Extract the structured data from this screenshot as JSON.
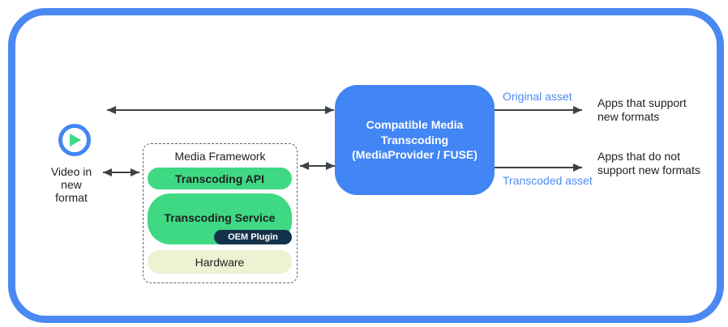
{
  "colors": {
    "frame_border": "#4a89f3",
    "transcoder_blue": "#4285f4",
    "pill_green": "#3ed982",
    "oem_navy": "#14324a",
    "hardware_pale_green": "#ebf3d2",
    "arrow_gray": "#3f4245",
    "asset_label_blue": "#4d8cf5",
    "text": "#202124"
  },
  "diagram": {
    "video_source": {
      "icon": "play-icon",
      "label": "Video in\nnew\nformat"
    },
    "media_framework": {
      "title": "Media Framework",
      "layers": [
        {
          "label": "Transcoding API"
        },
        {
          "label": "Transcoding Service",
          "sub": "OEM Plugin"
        },
        {
          "label": "Hardware"
        }
      ]
    },
    "transcoder": {
      "label": "Compatible Media\nTranscoding\n(MediaProvider / FUSE)"
    },
    "outputs": [
      {
        "arrow_label": "Original asset",
        "target": "Apps that support\nnew formats"
      },
      {
        "arrow_label": "Transcoded asset",
        "target": "Apps that do not\nsupport new formats"
      }
    ]
  }
}
